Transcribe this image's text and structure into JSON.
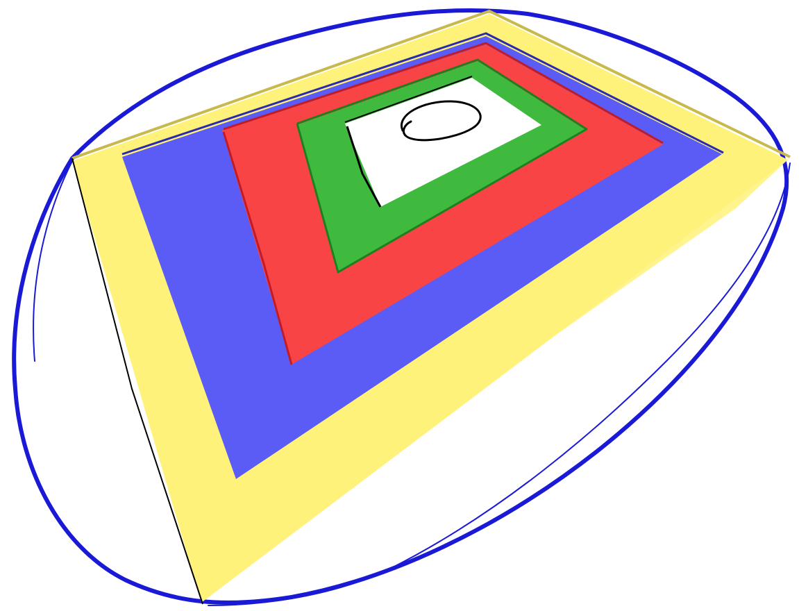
{
  "drawing": {
    "description_shapes": [
      "outer-ellipse",
      "yellow-frame",
      "blue-frame",
      "red-frame",
      "green-frame",
      "white-center",
      "inner-ellipse"
    ]
  },
  "colors": {
    "background": "#ffffff",
    "outer_ellipse": "#1a1ad6",
    "yellow_fill": "#fff27a",
    "yellow_edge": "#c8b94a",
    "blue_fill": "#5a5cf5",
    "blue_edge": "#2a2ab0",
    "red_fill": "#f84444",
    "red_edge": "#c01c28",
    "green_fill": "#3fba3f",
    "green_edge": "#1f7f1f",
    "white_fill": "#ffffff",
    "ink": "#000000"
  }
}
